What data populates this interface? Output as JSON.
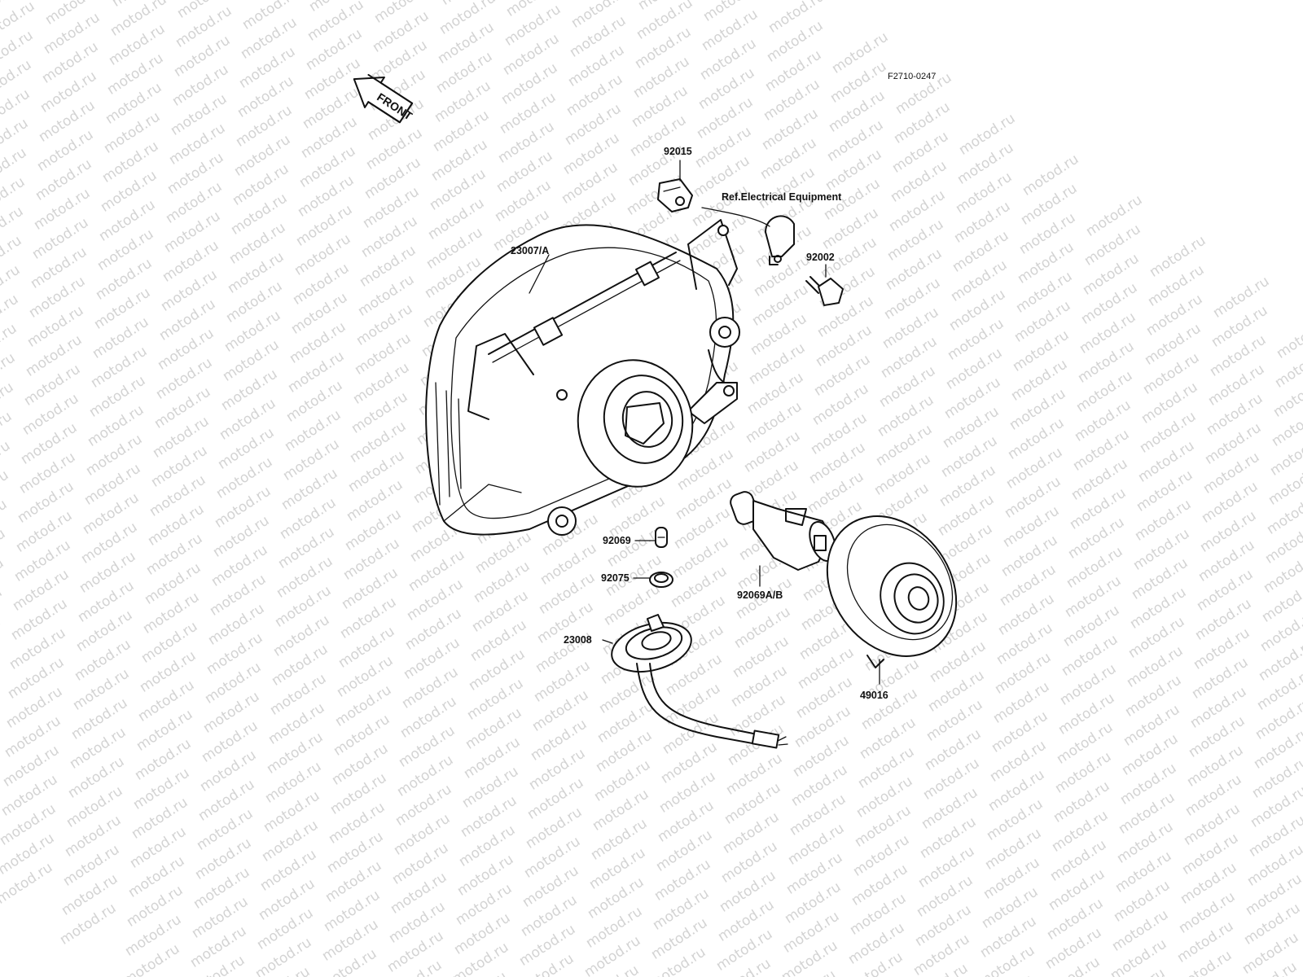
{
  "watermark": "motod.ru",
  "diagram_code": "F2710-0247",
  "front_arrow": {
    "text": "FRONT",
    "icon": "front-arrow-icon"
  },
  "ref_note": "Ref.Electrical Equipment",
  "parts": {
    "p92015": "92015",
    "p23007a": "23007/A",
    "p92002": "92002",
    "p92069": "92069",
    "p92075": "92075",
    "p92069ab": "92069A/B",
    "p23008": "23008",
    "p49016": "49016"
  }
}
